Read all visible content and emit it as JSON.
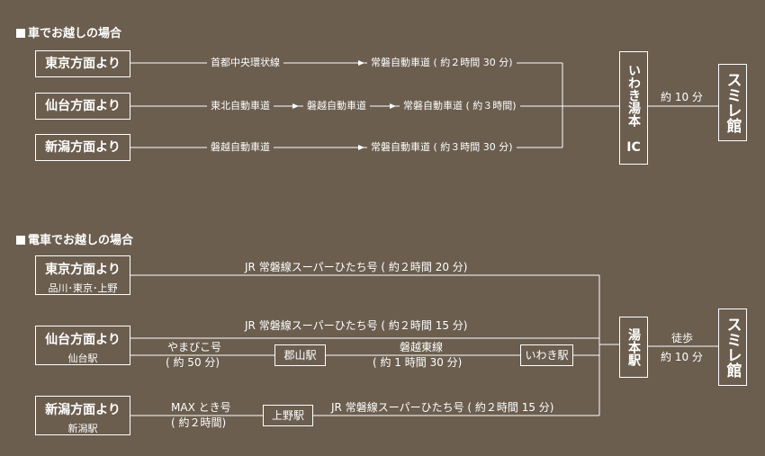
{
  "car": {
    "title": "車でお越しの場合",
    "origins": [
      "東京方面より",
      "仙台方面より",
      "新潟方面より"
    ],
    "routes": [
      [
        "首都中央環状線",
        "常磐自動車道 ( 約２時間 30 分)"
      ],
      [
        "東北自動車道",
        "磐越自動車道",
        "常磐自動車道 ( 約３時間)"
      ],
      [
        "磐越自動車道",
        "常磐自動車道 ( 約３時間 30 分)"
      ]
    ],
    "ic_label": "いわき湯本",
    "ic_suffix": "IC",
    "final_time": "約 10 分",
    "dest": "スミレ館"
  },
  "train": {
    "title": "電車でお越しの場合",
    "origins": [
      {
        "main": "東京方面より",
        "sub": "品川･東京･上野"
      },
      {
        "main": "仙台方面より",
        "sub": "仙台駅"
      },
      {
        "main": "新潟方面より",
        "sub": "新潟駅"
      }
    ],
    "tokyo_route": "JR 常磐線スーパーひたち号 ( 約２時間 20 分)",
    "sendai_direct": "JR 常磐線スーパーひたち号 ( 約２時間 15 分)",
    "sendai_seg1": "やまびこ号",
    "sendai_seg1_time": "( 約 50 分)",
    "koriyama": "郡山駅",
    "sendai_seg2": "磐越東線",
    "sendai_seg2_time": "( 約 1 時間 30 分)",
    "iwaki": "いわき駅",
    "niigata_seg1": "MAX とき号",
    "niigata_seg1_time": "( 約２時間)",
    "ueno": "上野駅",
    "niigata_seg2": "JR 常磐線スーパーひたち号 ( 約２時間 15 分)",
    "station": "湯本駅",
    "walk": "徒歩",
    "walk_time": "約 10 分",
    "dest": "スミレ館"
  }
}
